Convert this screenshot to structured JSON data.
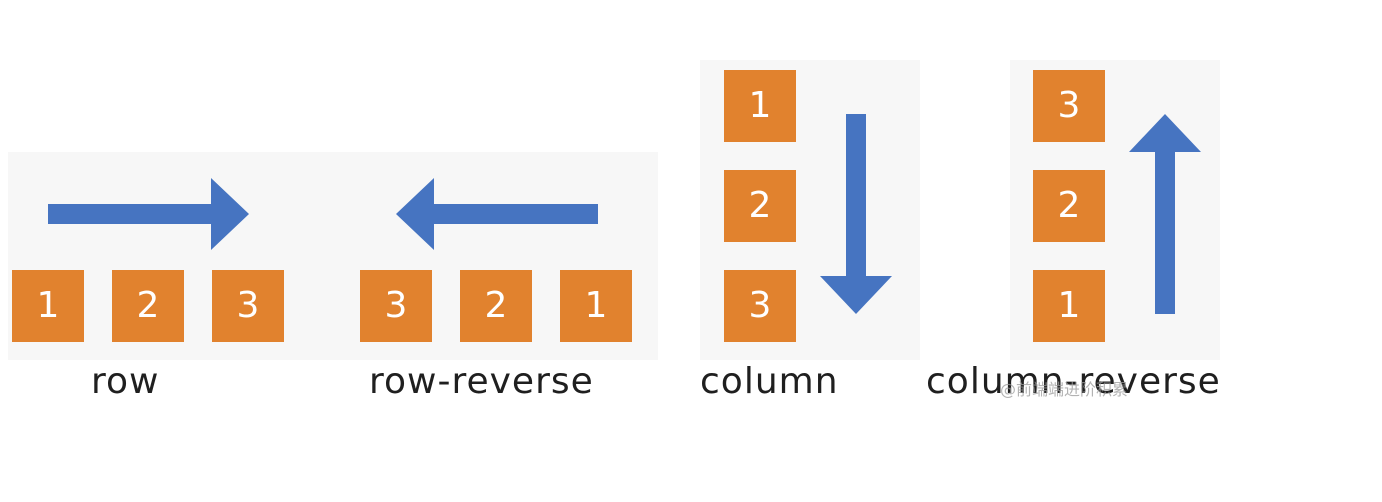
{
  "accent_color": "#e1822e",
  "arrow_color": "#4674c1",
  "groups": [
    {
      "label": "row",
      "arrow_direction": "right",
      "items": [
        "1",
        "2",
        "3"
      ]
    },
    {
      "label": "row-reverse",
      "arrow_direction": "left",
      "items": [
        "3",
        "2",
        "1"
      ]
    },
    {
      "label": "column",
      "arrow_direction": "down",
      "items": [
        "1",
        "2",
        "3"
      ]
    },
    {
      "label": "column-reverse",
      "arrow_direction": "up",
      "items": [
        "3",
        "2",
        "1"
      ]
    }
  ],
  "watermark": "@前端端进阶积累"
}
